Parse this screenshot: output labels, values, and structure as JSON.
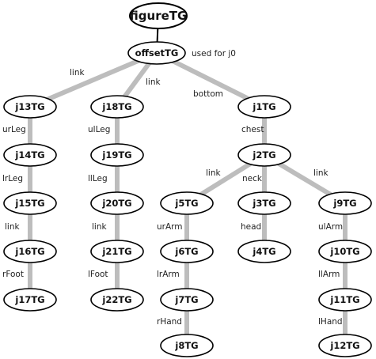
{
  "diagram": {
    "nodes": [
      {
        "id": "figureTG",
        "label": "figureTG"
      },
      {
        "id": "offsetTG",
        "label": "offsetTG"
      },
      {
        "id": "j13TG",
        "label": "j13TG"
      },
      {
        "id": "j14TG",
        "label": "j14TG"
      },
      {
        "id": "j15TG",
        "label": "j15TG"
      },
      {
        "id": "j16TG",
        "label": "j16TG"
      },
      {
        "id": "j17TG",
        "label": "j17TG"
      },
      {
        "id": "j18TG",
        "label": "j18TG"
      },
      {
        "id": "j19TG",
        "label": "j19TG"
      },
      {
        "id": "j20TG",
        "label": "j20TG"
      },
      {
        "id": "j21TG",
        "label": "j21TG"
      },
      {
        "id": "j22TG",
        "label": "j22TG"
      },
      {
        "id": "j1TG",
        "label": "j1TG"
      },
      {
        "id": "j2TG",
        "label": "j2TG"
      },
      {
        "id": "j5TG",
        "label": "j5TG"
      },
      {
        "id": "j6TG",
        "label": "j6TG"
      },
      {
        "id": "j7TG",
        "label": "j7TG"
      },
      {
        "id": "j8TG",
        "label": "j8TG"
      },
      {
        "id": "j3TG",
        "label": "j3TG"
      },
      {
        "id": "j4TG",
        "label": "j4TG"
      },
      {
        "id": "j9TG",
        "label": "j9TG"
      },
      {
        "id": "j10TG",
        "label": "j10TG"
      },
      {
        "id": "j11TG",
        "label": "j11TG"
      },
      {
        "id": "j12TG",
        "label": "j12TG"
      }
    ],
    "edges": [
      {
        "from": "figureTG",
        "to": "offsetTG",
        "label": ""
      },
      {
        "from": "offsetTG",
        "to": "j13TG",
        "label": "link"
      },
      {
        "from": "offsetTG",
        "to": "j18TG",
        "label": "link"
      },
      {
        "from": "offsetTG",
        "to": "j1TG",
        "label": "bottom"
      },
      {
        "from": "j13TG",
        "to": "j14TG",
        "label": "urLeg"
      },
      {
        "from": "j14TG",
        "to": "j15TG",
        "label": "lrLeg"
      },
      {
        "from": "j15TG",
        "to": "j16TG",
        "label": "link"
      },
      {
        "from": "j16TG",
        "to": "j17TG",
        "label": "rFoot"
      },
      {
        "from": "j18TG",
        "to": "j19TG",
        "label": "ulLeg"
      },
      {
        "from": "j19TG",
        "to": "j20TG",
        "label": "llLeg"
      },
      {
        "from": "j20TG",
        "to": "j21TG",
        "label": "link"
      },
      {
        "from": "j21TG",
        "to": "j22TG",
        "label": "lFoot"
      },
      {
        "from": "j1TG",
        "to": "j2TG",
        "label": "chest"
      },
      {
        "from": "j2TG",
        "to": "j5TG",
        "label": "link"
      },
      {
        "from": "j2TG",
        "to": "j3TG",
        "label": "neck"
      },
      {
        "from": "j2TG",
        "to": "j9TG",
        "label": "link"
      },
      {
        "from": "j5TG",
        "to": "j6TG",
        "label": "urArm"
      },
      {
        "from": "j6TG",
        "to": "j7TG",
        "label": "lrArm"
      },
      {
        "from": "j7TG",
        "to": "j8TG",
        "label": "rHand"
      },
      {
        "from": "j3TG",
        "to": "j4TG",
        "label": "head"
      },
      {
        "from": "j9TG",
        "to": "j10TG",
        "label": "ulArm"
      },
      {
        "from": "j10TG",
        "to": "j11TG",
        "label": "llArm"
      },
      {
        "from": "j11TG",
        "to": "j12TG",
        "label": "lHand"
      }
    ],
    "notes": [
      {
        "node": "offsetTG",
        "text": "used for j0"
      }
    ]
  },
  "colors": {
    "edge": "#bdbdbd",
    "root_edge": "#000000",
    "node_stroke": "#000000",
    "node_fill": "#ffffff"
  }
}
